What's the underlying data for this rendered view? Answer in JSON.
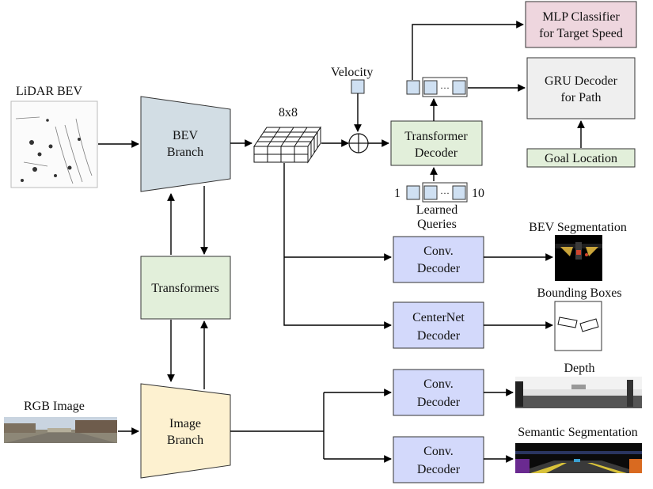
{
  "inputs": {
    "lidar": "LiDAR BEV",
    "rgb": "RGB Image",
    "velocity": "Velocity"
  },
  "blocks": {
    "bev_branch": [
      "BEV",
      "Branch"
    ],
    "image_branch": [
      "Image",
      "Branch"
    ],
    "transformers": "Transformers",
    "transformer_decoder": [
      "Transformer",
      "Decoder"
    ],
    "mlp": [
      "MLP Classifier",
      "for Target Speed"
    ],
    "gru": [
      "GRU Decoder",
      "for Path"
    ],
    "goal": "Goal Location",
    "conv_decoder_bev": [
      "Conv.",
      "Decoder"
    ],
    "centernet": [
      "CenterNet",
      "Decoder"
    ],
    "conv_decoder_depth": [
      "Conv.",
      "Decoder"
    ],
    "conv_decoder_sem": [
      "Conv.",
      "Decoder"
    ]
  },
  "labels": {
    "grid": "8x8",
    "queries": [
      "Learned",
      "Queries"
    ],
    "query_start": "1",
    "query_end": "10",
    "ellipsis": "···",
    "bev_seg": "BEV Segmentation",
    "bboxes": "Bounding Boxes",
    "depth": "Depth",
    "sem_seg": "Semantic Segmentation"
  },
  "colors": {
    "blue": "#d2dde4",
    "yellow": "#fdf1d0",
    "green": "#e2efda",
    "lavender": "#d3d9fb",
    "pink": "#eed6de",
    "gray": "#efefef",
    "token": "#cfe0f2"
  }
}
